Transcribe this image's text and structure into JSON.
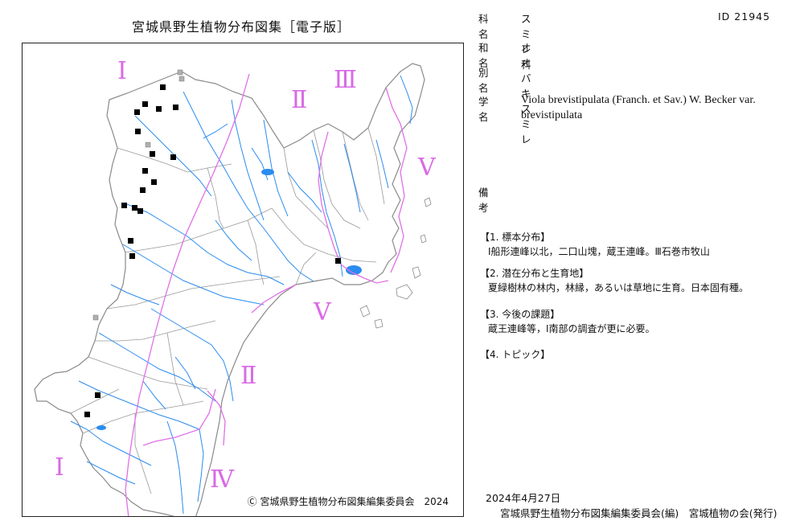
{
  "header": {
    "title": "宮城県野生植物分布図集［電子版］"
  },
  "map": {
    "copyright": "Ⓒ 宮城県野生植物分布図集編集委員会　2024",
    "zones": {
      "nw": "Ⅰ",
      "sw": "Ⅰ",
      "center_north": "Ⅱ",
      "south": "Ⅱ",
      "ne": "Ⅲ",
      "se": "Ⅳ",
      "east": "Ⅴ",
      "coast": "Ⅴ"
    },
    "zone_color": "#d96ae6",
    "river_color": "#2a8cf0",
    "boundary_color": "#e070e8",
    "marker_color": "#000000",
    "marker_uncertain_color": "#b0b0b0"
  },
  "species": {
    "family_label": "科　名",
    "family": "スミレ科",
    "id": "ID  21945",
    "japanese_label": "和　名",
    "japanese_name": "オオバキスミレ",
    "alias_label": "別　名",
    "alias": "",
    "scientific_label": "学　名",
    "scientific_name": "Viola brevistipulata (Franch. et Sav.) W. Becker var. brevistipulata",
    "remarks_label": "備　考",
    "remarks": ""
  },
  "sections": [
    {
      "heading": "【1. 標本分布】",
      "body": "Ⅰ船形連峰以北，二口山塊，蔵王連峰。Ⅲ石巻市牧山"
    },
    {
      "heading": "【2. 潜在分布と生育地】",
      "body": "夏緑樹林の林内，林縁，あるいは草地に生育。日本固有種。"
    },
    {
      "heading": "【3. 今後の課題】",
      "body": "蔵王連峰等，Ⅰ南部の調査が更に必要。"
    },
    {
      "heading": "【4. トピック】",
      "body": ""
    }
  ],
  "footer": {
    "date": "2024年4月27日",
    "publisher": "宮城県野生植物分布図集編集委員会(編)　宮城植物の会(発行)"
  }
}
